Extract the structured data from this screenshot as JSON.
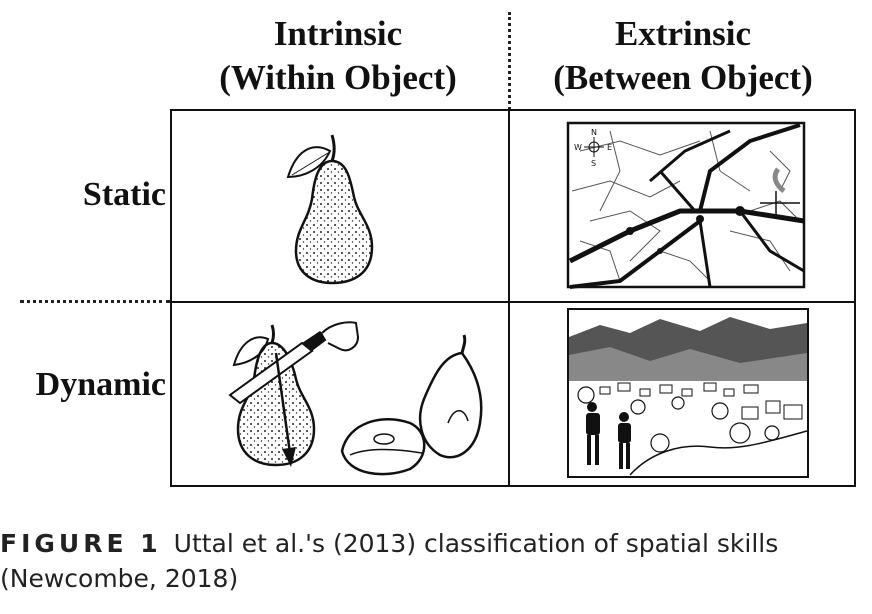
{
  "columns": {
    "intrinsic": {
      "line1": "Intrinsic",
      "line2": "(Within Object)"
    },
    "extrinsic": {
      "line1": "Extrinsic",
      "line2": "(Between Object)"
    }
  },
  "rows": {
    "static": "Static",
    "dynamic": "Dynamic"
  },
  "cells": {
    "intrinsic_static": {
      "illustration": "pear"
    },
    "extrinsic_static": {
      "illustration": "street-map",
      "compass": [
        "N",
        "E",
        "S",
        "W"
      ]
    },
    "intrinsic_dynamic": {
      "illustration": "pear-being-cut"
    },
    "extrinsic_dynamic": {
      "illustration": "hikers-landscape"
    }
  },
  "caption": {
    "label": "FIGURE 1",
    "text_line1": "Uttal et al.'s (2013) classification of spatial skills",
    "text_line2": "(Newcombe, 2018)"
  }
}
